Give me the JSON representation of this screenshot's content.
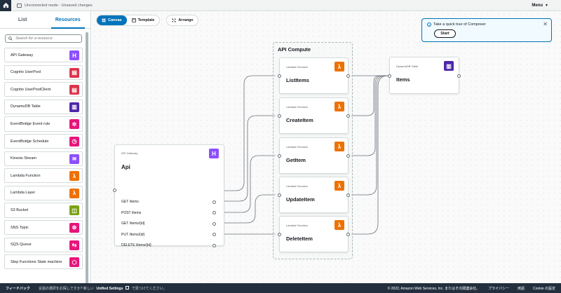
{
  "topbar": {
    "status_text": "Unconnected mode - Unsaved changes",
    "menu_label": "Menu",
    "menu_caret": "▼"
  },
  "left_panel": {
    "tabs": [
      {
        "label": "List",
        "active": false
      },
      {
        "label": "Resources",
        "active": true
      }
    ],
    "search_placeholder": "Search for a resource",
    "resources": [
      {
        "label": "API Gateway",
        "icon": "api-gateway-icon",
        "color": "#8c4fff",
        "glyph": "H"
      },
      {
        "label": "Cognito UserPool",
        "icon": "cognito-userpool-icon",
        "color": "#dd344c",
        "glyph": "▤"
      },
      {
        "label": "Cognito UserPoolClient",
        "icon": "cognito-userpoolclient-icon",
        "color": "#dd344c",
        "glyph": "▤"
      },
      {
        "label": "DynamoDB Table",
        "icon": "dynamodb-icon",
        "color": "#4d27aa",
        "glyph": "▥"
      },
      {
        "label": "EventBridge Event rule",
        "icon": "eventbridge-rule-icon",
        "color": "#e7157b",
        "glyph": "✲"
      },
      {
        "label": "EventBridge Schedule",
        "icon": "eventbridge-schedule-icon",
        "color": "#e7157b",
        "glyph": "◷"
      },
      {
        "label": "Kinesis Stream",
        "icon": "kinesis-icon",
        "color": "#8c4fff",
        "glyph": "≋"
      },
      {
        "label": "Lambda Function",
        "icon": "lambda-icon",
        "color": "#ed7100",
        "glyph": "λ"
      },
      {
        "label": "Lambda Layer",
        "icon": "lambda-layer-icon",
        "color": "#ed7100",
        "glyph": "λ"
      },
      {
        "label": "S3 Bucket",
        "icon": "s3-icon",
        "color": "#7aa116",
        "glyph": "◫"
      },
      {
        "label": "SNS Topic",
        "icon": "sns-icon",
        "color": "#e7157b",
        "glyph": "⊛"
      },
      {
        "label": "SQS Queue",
        "icon": "sqs-icon",
        "color": "#e7157b",
        "glyph": "⇆"
      },
      {
        "label": "Step Functions State machine",
        "icon": "step-functions-icon",
        "color": "#e7157b",
        "glyph": "⬡"
      }
    ]
  },
  "toolbar": {
    "canvas_label": "Canvas",
    "template_label": "Template",
    "arrange_label": "Arrange"
  },
  "tour": {
    "text": "Take a quick tour of Composer",
    "start_label": "Start",
    "close_glyph": "✕",
    "info_glyph": "i"
  },
  "group": {
    "title": "API Compute"
  },
  "api_card": {
    "type_label": "API Gateway",
    "name": "Api",
    "glyph": "H",
    "routes": [
      "GET /items",
      "POST /items",
      "GET /items/{id}",
      "PUT /items/{id}",
      "DELETE /items/{id}"
    ]
  },
  "lambdas": [
    {
      "type_label": "Lambda Function",
      "name": "ListItems",
      "glyph": "λ"
    },
    {
      "type_label": "Lambda Function",
      "name": "CreateItem",
      "glyph": "λ"
    },
    {
      "type_label": "Lambda Function",
      "name": "GetItem",
      "glyph": "λ"
    },
    {
      "type_label": "Lambda Function",
      "name": "UpdateItem",
      "glyph": "λ"
    },
    {
      "type_label": "Lambda Function",
      "name": "DeleteItem",
      "glyph": "λ"
    }
  ],
  "dynamo_card": {
    "type_label": "DynamoDB Table",
    "name": "Items",
    "glyph": "▥"
  },
  "footer": {
    "feedback": "フィードバック",
    "note": "言語の選択をお探しですか? 新しい",
    "unified_settings": "Unified Settings",
    "note_end": "で見つけてください。",
    "copyright": "© 2022, Amazon Web Services, Inc. またはその関連会社。",
    "privacy": "プライバシー",
    "terms": "用語",
    "cookie": "Cookie の設定"
  }
}
